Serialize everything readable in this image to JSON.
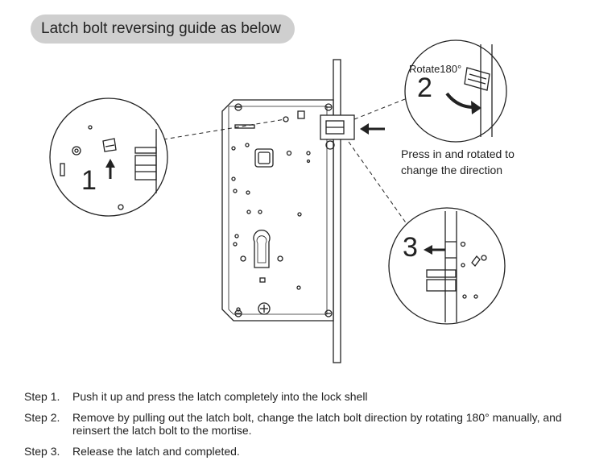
{
  "title": "Latch bolt reversing guide as below",
  "callouts": {
    "step1_number": "1",
    "step2_number": "2",
    "step3_number": "3",
    "rotate_label": "Rotate180°",
    "press_note_line1": "Press in and rotated to",
    "press_note_line2": "change the direction"
  },
  "steps": [
    {
      "number": "Step 1.",
      "text": "Push it up and press the latch completely into the lock shell"
    },
    {
      "number": "Step 2.",
      "text": "Remove by pulling out the latch bolt, change the latch bolt direction by rotating 180° manually, and reinsert the latch bolt to the mortise."
    },
    {
      "number": "Step 3.",
      "text": "Release the latch and completed."
    }
  ]
}
